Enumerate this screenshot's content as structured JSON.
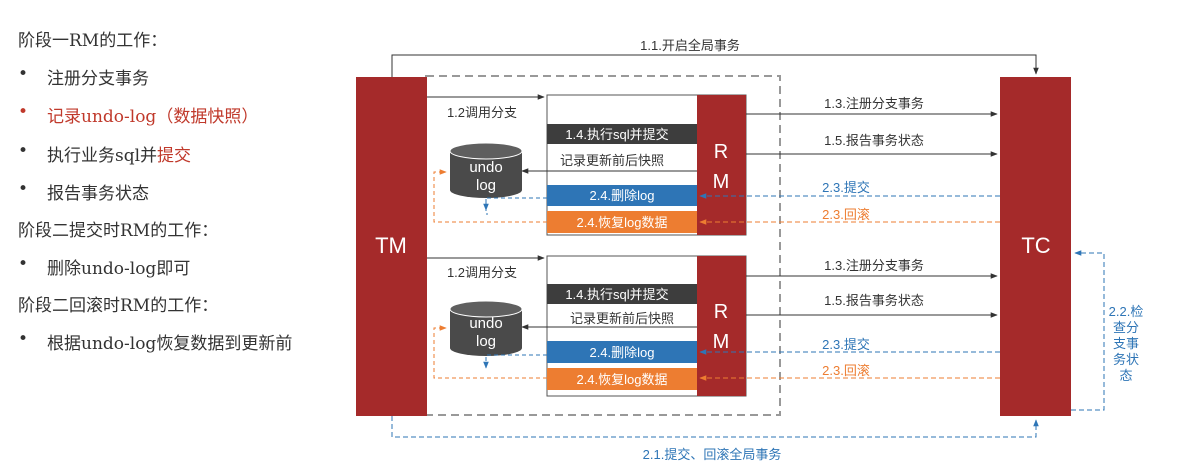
{
  "left": {
    "phase1_title": "阶段一RM的工作：",
    "bullet": "•",
    "phase1_items": {
      "item1": "注册分支事务",
      "item2": "记录undo-log（数据快照）",
      "item3_pre": "执行业务sql并",
      "item3_hl": "提交",
      "item4": "报告事务状态"
    },
    "phase2_commit_title": "阶段二提交时RM的工作：",
    "phase2_commit_item": "删除undo-log即可",
    "phase2_rollback_title": "阶段二回滚时RM的工作：",
    "phase2_rollback_item": "根据undo-log恢复数据到更新前"
  },
  "diagram": {
    "tm_label": "TM",
    "tc_label": "TC",
    "rm_label_r": "R",
    "rm_label_m": "M",
    "undo_label_1": "undo",
    "undo_label_2": "log",
    "msg_open_global": "1.1.开启全局事务",
    "msg_call_branch": "1.2调用分支",
    "msg_register_branch": "1.3.注册分支事务",
    "msg_exec_sql_pre": "1.4.执行sql并",
    "msg_exec_sql_hl": "提交",
    "msg_report_status": "1.5.报告事务状态",
    "msg_record_snapshot": "记录更新前后快照",
    "msg_delete_log": "2.4.删除log",
    "msg_restore_log": "2.4.恢复log数据",
    "msg_commit": "2.3.提交",
    "msg_rollback": "2.3.回滚",
    "msg_check_branch": [
      "2.2.检",
      "查分",
      "支事",
      "务状",
      "态"
    ],
    "msg_global_commit_rollback": "2.1.提交、回滚全局事务"
  },
  "colors": {
    "dark_red": "#a52a2a",
    "blue": "#2e75b6",
    "orange": "#ed7d31",
    "dark_box": "#3d3d3d",
    "text_dark": "#333333",
    "cylinder": "#4a4a4a"
  }
}
